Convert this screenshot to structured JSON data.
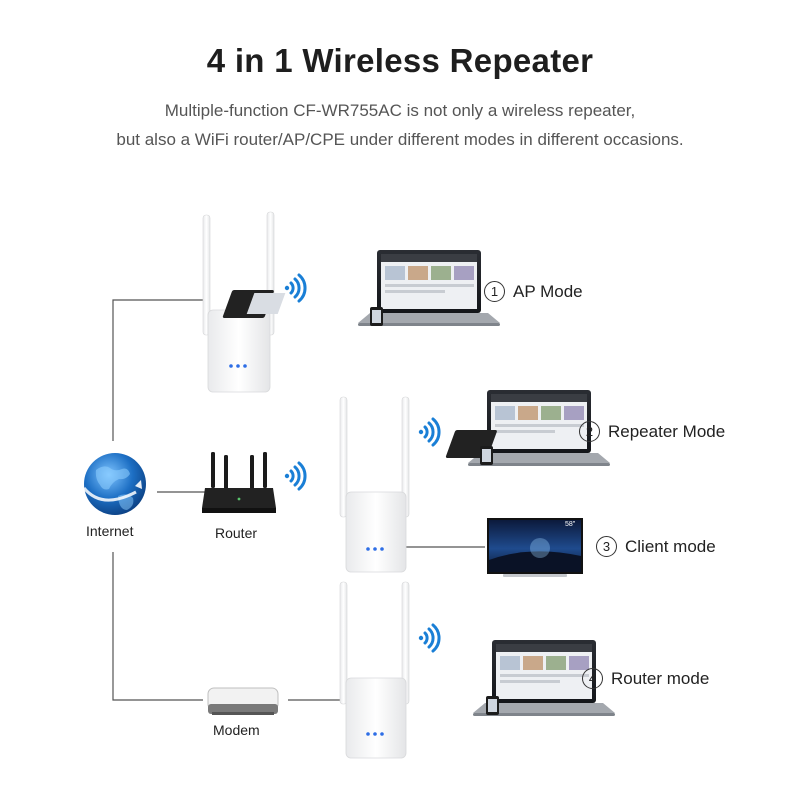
{
  "header": {
    "title": "4 in 1 Wireless Repeater",
    "subtitle_line1": "Multiple-function CF-WR755AC is not only a wireless repeater,",
    "subtitle_line2": "but also a WiFi router/AP/CPE under different modes in different occasions."
  },
  "nodes": {
    "internet": "Internet",
    "router": "Router",
    "modem": "Modem"
  },
  "modes": [
    {
      "num": "1",
      "label": "AP Mode"
    },
    {
      "num": "2",
      "label": "Repeater Mode"
    },
    {
      "num": "3",
      "label": "Client mode"
    },
    {
      "num": "4",
      "label": "Router mode"
    }
  ],
  "tv_size": "58\"",
  "colors": {
    "wifi": "#1a7fd6",
    "line": "#555555",
    "globe": "#1d6fc4",
    "laptop": "#9ea3aa"
  }
}
